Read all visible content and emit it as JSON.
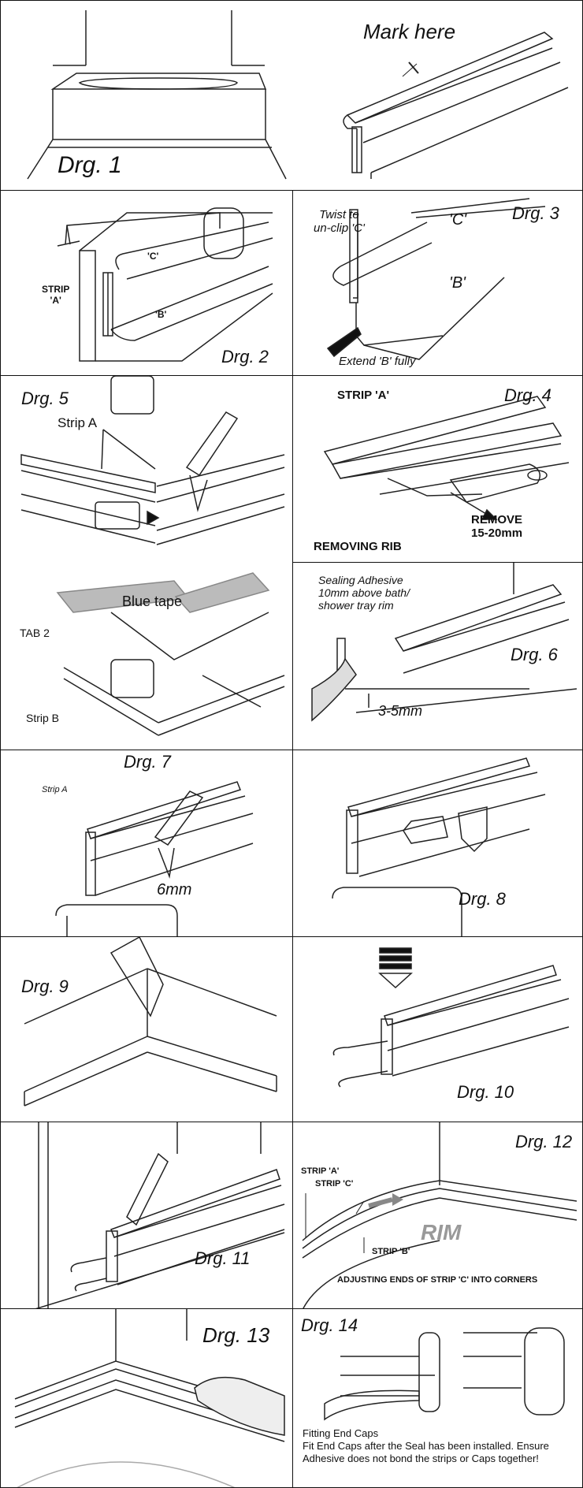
{
  "panels": {
    "p1": {
      "label": "Drg. 1",
      "mark": "Mark here"
    },
    "p2": {
      "label": "Drg. 2",
      "strip_a": "STRIP\n'A'",
      "strip_c": "'C'",
      "strip_b": "'B'"
    },
    "p3": {
      "label": "Drg. 3",
      "twist": "Twist to\nun-clip 'C'",
      "c": "'C'",
      "b": "'B'",
      "extend": "Extend 'B' fully"
    },
    "p4": {
      "label": "Drg. 4",
      "strip": "STRIP 'A'",
      "remove": "REMOVE\n15-20mm",
      "rib": "REMOVING RIB"
    },
    "p5": {
      "label": "Drg. 5",
      "strip_a": "Strip A",
      "blue_tape": "Blue tape",
      "tab2": "TAB 2",
      "strip_b": "Strip B"
    },
    "p6": {
      "label": "Drg. 6",
      "adhesive": "Sealing Adhesive\n10mm above bath/\nshower tray rim",
      "gap": "3-5mm"
    },
    "p7": {
      "label": "Drg. 7",
      "strip_a": "Strip A",
      "gap": "6mm"
    },
    "p8": {
      "label": "Drg. 8"
    },
    "p9": {
      "label": "Drg. 9"
    },
    "p10": {
      "label": "Drg. 10"
    },
    "p11": {
      "label": "Drg. 11"
    },
    "p12": {
      "label": "Drg. 12",
      "strip_a": "STRIP 'A'",
      "strip_c": "STRIP 'C'",
      "strip_b": "STRIP 'B'",
      "rim": "RIM",
      "adjust": "ADJUSTING ENDS OF STRIP 'C' INTO CORNERS"
    },
    "p13": {
      "label": "Drg. 13"
    },
    "p14": {
      "label": "Drg. 14",
      "title": "Fitting End Caps",
      "body": "Fit End Caps after the Seal has been installed. Ensure Adhesive does not bond the strips or Caps together!"
    }
  }
}
